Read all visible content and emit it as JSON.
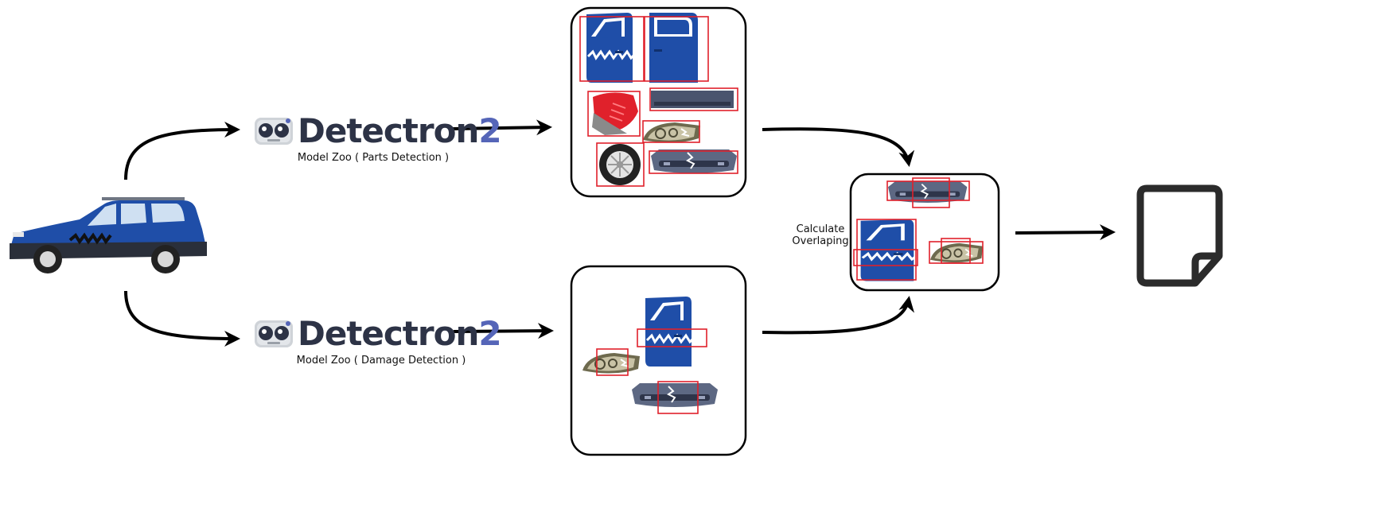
{
  "colors": {
    "brand_dark": "#2d3346",
    "brand_accent": "#5565b8",
    "car_blue": "#1f4ea8",
    "box_red": "#e0212b",
    "arrow": "#000000",
    "panel_border": "#000000"
  },
  "pipeline": {
    "parts": {
      "brand_name": "Detectron",
      "brand_suffix": "2",
      "caption": "Model Zoo ( Parts Detection )",
      "detected_parts": [
        "front-door",
        "rear-door",
        "fender",
        "rear-bumper",
        "headlight",
        "wheel",
        "front-bumper"
      ]
    },
    "damage": {
      "brand_name": "Detectron",
      "brand_suffix": "2",
      "caption": "Model Zoo ( Damage Detection )",
      "detected_parts": [
        "front-door",
        "headlight",
        "front-bumper"
      ]
    },
    "merge": {
      "caption_line1": "Calculate",
      "caption_line2": "Overlaping"
    },
    "icons": {
      "input": "car-icon",
      "logo": "detectron-robot-icon",
      "output": "document-icon"
    }
  }
}
